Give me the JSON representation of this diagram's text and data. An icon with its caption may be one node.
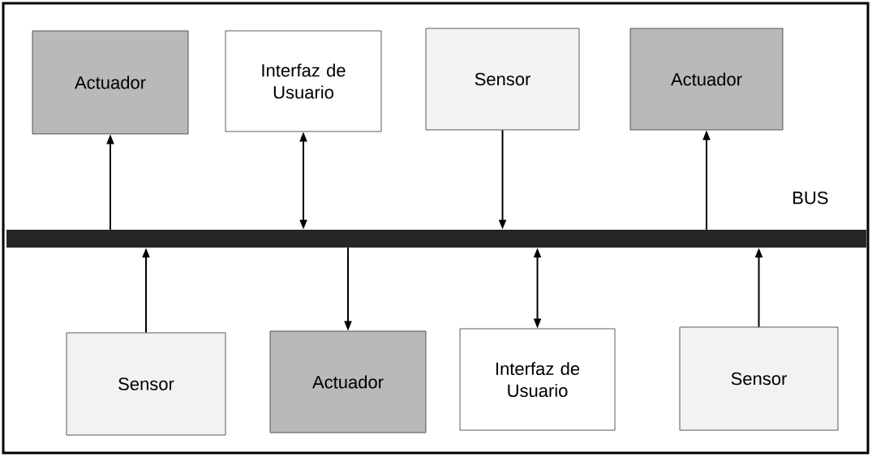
{
  "diagram": {
    "nodes": [
      {
        "text": [
          "Actuador"
        ]
      },
      {
        "text": [
          "Interfaz de Usuario"
        ]
      },
      {
        "text": [
          "Sensor"
        ]
      },
      {
        "text": [
          "Actuador"
        ]
      },
      {
        "text": [],
        "shape": "bar",
        "beside": [
          "BUS"
        ]
      },
      {
        "text": [
          "Sensor"
        ]
      },
      {
        "text": [
          "Actuador"
        ]
      },
      {
        "text": [
          "Interfaz de Usuario"
        ]
      },
      {
        "text": [
          "Sensor"
        ]
      }
    ],
    "edges": [
      {
        "from": 4,
        "to": 0,
        "arrow": "to"
      },
      {
        "from": 4,
        "to": 1,
        "arrow": "both"
      },
      {
        "from": 2,
        "to": 4,
        "arrow": "to"
      },
      {
        "from": 4,
        "to": 3,
        "arrow": "to"
      },
      {
        "from": 5,
        "to": 4,
        "arrow": "to"
      },
      {
        "from": 4,
        "to": 6,
        "arrow": "to"
      },
      {
        "from": 7,
        "to": 4,
        "arrow": "both"
      },
      {
        "from": 8,
        "to": 4,
        "arrow": "to"
      }
    ]
  }
}
